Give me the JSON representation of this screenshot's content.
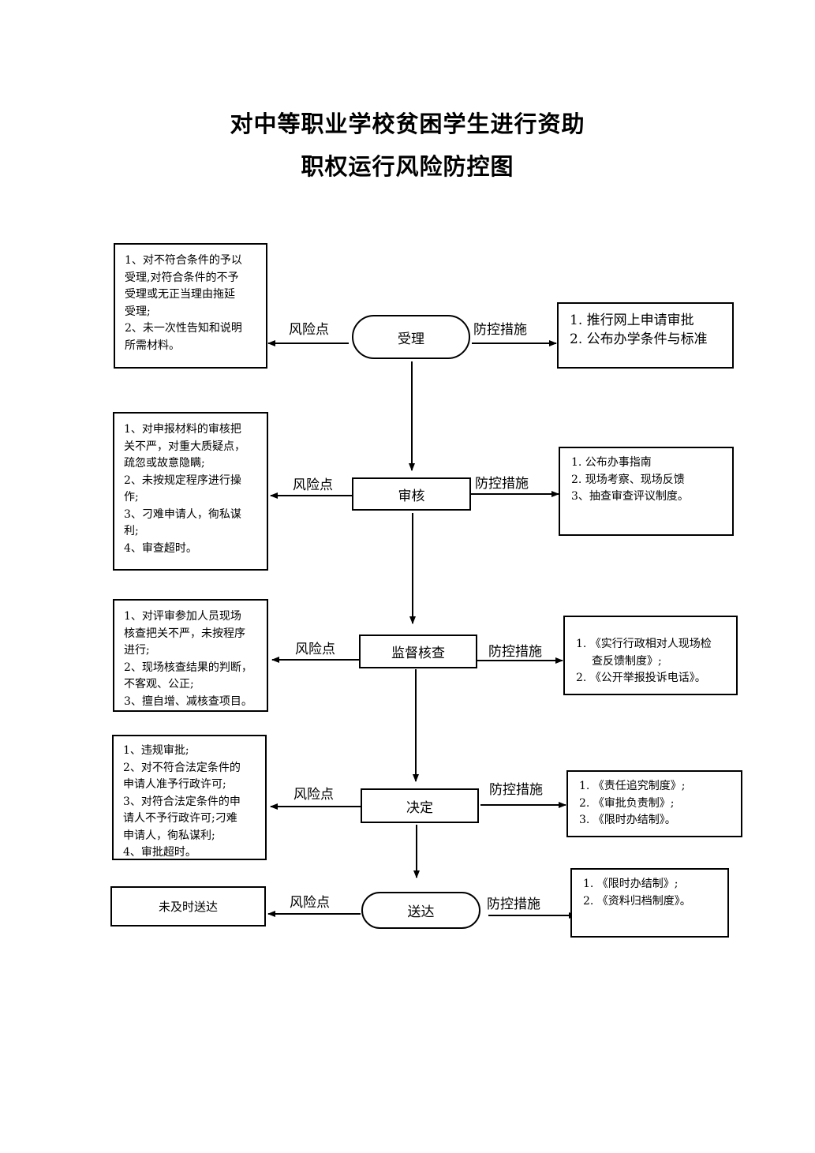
{
  "title": {
    "line1": "对中等职业学校贫困学生进行资助",
    "line2": "职权运行风险防控图"
  },
  "labels": {
    "risk": "风险点",
    "measure": "防控措施"
  },
  "steps": [
    {
      "node": "受理",
      "risks": [
        "1、对不符合条件的予以",
        "受理,对符合条件的不予",
        "受理或无正当理由拖延",
        "受理;",
        "2、未一次性告知和说明",
        "所需材料。"
      ],
      "measures": [
        "1. 推行网上申请审批",
        "2. 公布办学条件与标准"
      ]
    },
    {
      "node": "审核",
      "risks": [
        "1、对申报材料的审核把",
        "关不严，对重大质疑点，",
        "疏忽或故意隐瞒;",
        "2、未按规定程序进行操",
        "作;",
        "3、刁难申请人，徇私谋",
        "利;",
        "4、审查超时。"
      ],
      "measures": [
        "1. 公布办事指南",
        "2. 现场考察、现场反馈",
        "3、抽查审查评议制度。"
      ]
    },
    {
      "node": "监督核查",
      "risks": [
        "1、对评审参加人员现场",
        "核查把关不严，未按程序",
        "进行;",
        "2、现场核查结果的判断，",
        "不客观、公正;",
        "3、擅自增、减核查项目。"
      ],
      "measures": [
        "1. 《实行行政相对人现场检",
        "查反馈制度》;",
        "2. 《公开举报投诉电话》。"
      ]
    },
    {
      "node": "决定",
      "risks": [
        "1、违规审批;",
        "2、对不符合法定条件的",
        "申请人准予行政许可;",
        "3、对符合法定条件的申",
        "请人不予行政许可;刁难",
        "申请人，徇私谋利;",
        "4、审批超时。"
      ],
      "measures": [
        "1. 《责任追究制度》;",
        "2. 《审批负责制》;",
        "3. 《限时办结制》。"
      ]
    },
    {
      "node": "送达",
      "risks": [
        "未及时送达"
      ],
      "measures": [
        "1. 《限时办结制》;",
        "2. 《资料归档制度》。"
      ]
    }
  ]
}
